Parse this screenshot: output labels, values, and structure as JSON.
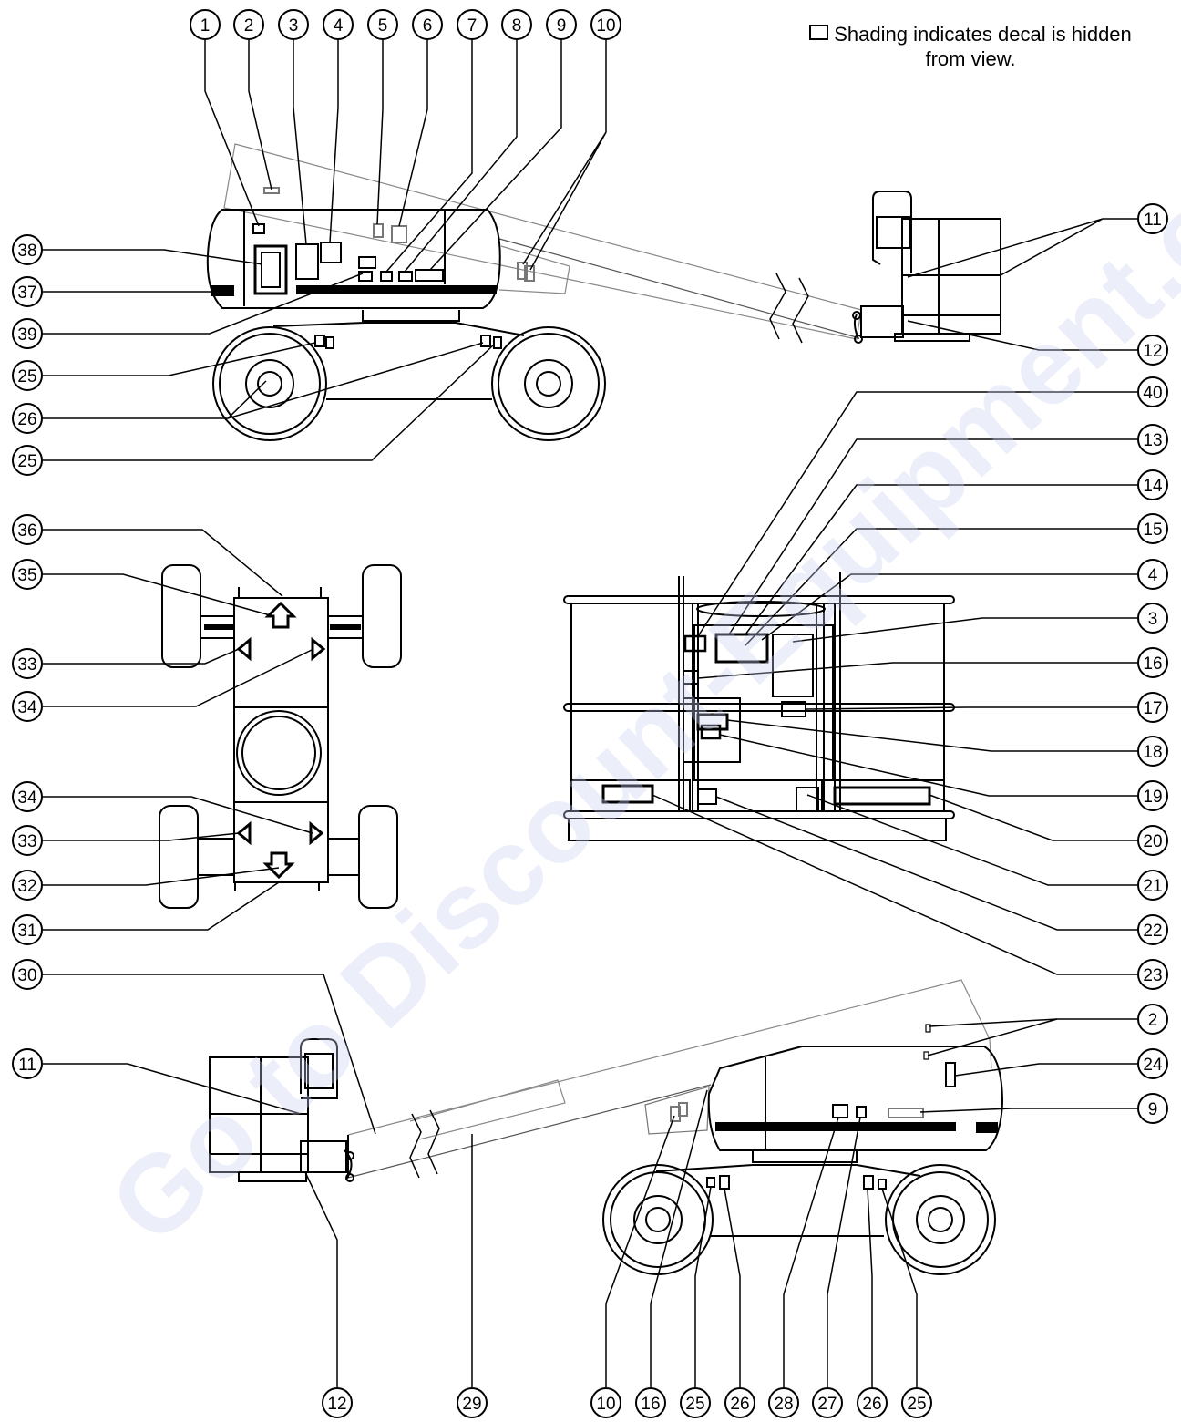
{
  "legend_note": {
    "line1": "Shading indicates decal is hidden",
    "line2": "from view."
  },
  "watermark": "Go to Discount-Equipment.com to order your parts",
  "callouts": [
    {
      "n": "1"
    },
    {
      "n": "2"
    },
    {
      "n": "3"
    },
    {
      "n": "4"
    },
    {
      "n": "5"
    },
    {
      "n": "6"
    },
    {
      "n": "7"
    },
    {
      "n": "8"
    },
    {
      "n": "9"
    },
    {
      "n": "10"
    },
    {
      "n": "11"
    },
    {
      "n": "12"
    },
    {
      "n": "38"
    },
    {
      "n": "37"
    },
    {
      "n": "39"
    },
    {
      "n": "25"
    },
    {
      "n": "26"
    },
    {
      "n": "25"
    },
    {
      "n": "40"
    },
    {
      "n": "13"
    },
    {
      "n": "14"
    },
    {
      "n": "15"
    },
    {
      "n": "4"
    },
    {
      "n": "3"
    },
    {
      "n": "16"
    },
    {
      "n": "17"
    },
    {
      "n": "18"
    },
    {
      "n": "19"
    },
    {
      "n": "20"
    },
    {
      "n": "21"
    },
    {
      "n": "22"
    },
    {
      "n": "23"
    },
    {
      "n": "36"
    },
    {
      "n": "35"
    },
    {
      "n": "33"
    },
    {
      "n": "34"
    },
    {
      "n": "34"
    },
    {
      "n": "33"
    },
    {
      "n": "32"
    },
    {
      "n": "31"
    },
    {
      "n": "30"
    },
    {
      "n": "11"
    },
    {
      "n": "2"
    },
    {
      "n": "24"
    },
    {
      "n": "9"
    },
    {
      "n": "12"
    },
    {
      "n": "29"
    },
    {
      "n": "10"
    },
    {
      "n": "16"
    },
    {
      "n": "25"
    },
    {
      "n": "26"
    },
    {
      "n": "28"
    },
    {
      "n": "27"
    },
    {
      "n": "26"
    },
    {
      "n": "25"
    }
  ]
}
